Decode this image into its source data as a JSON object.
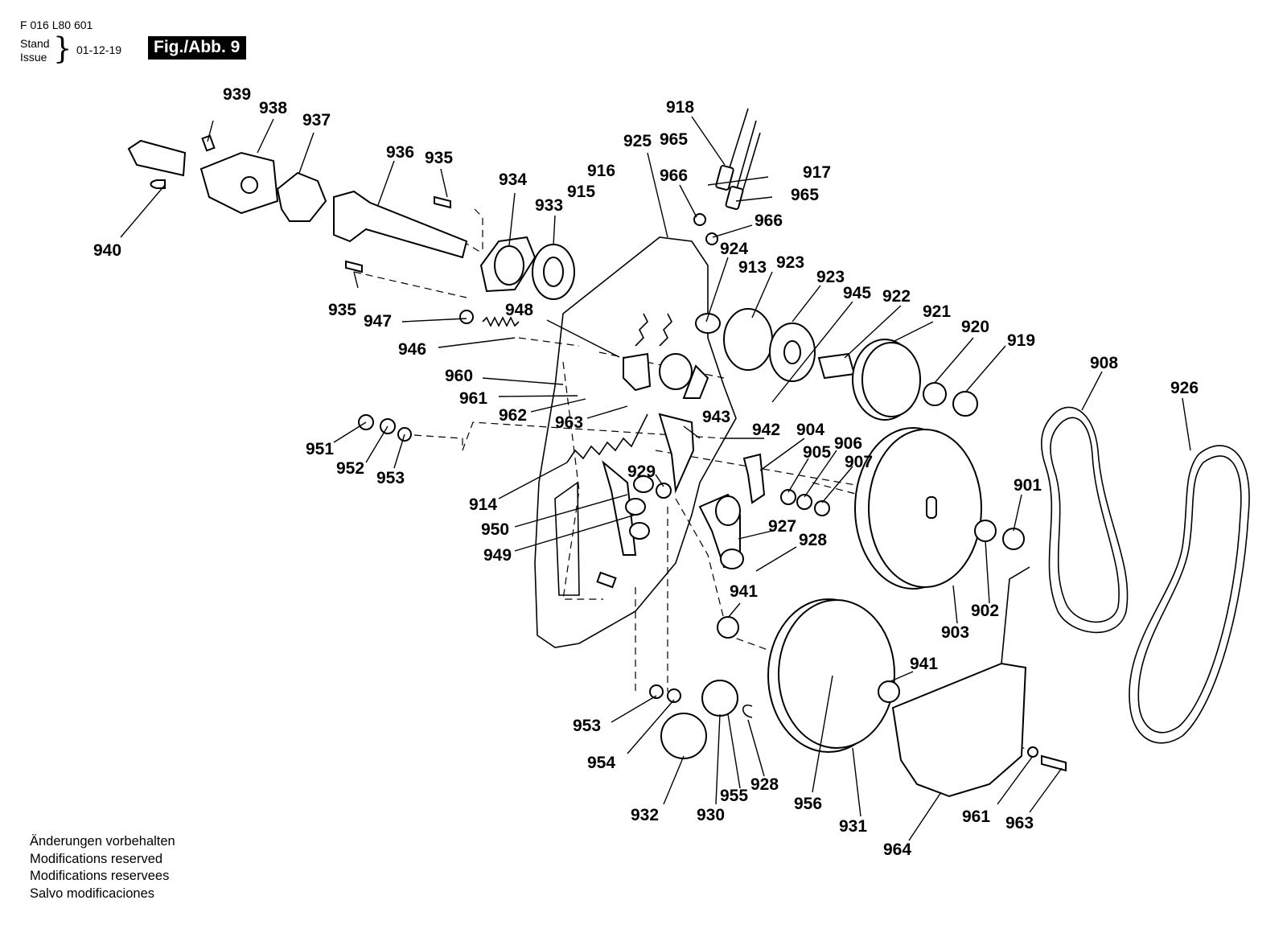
{
  "header": {
    "doc_number": "F 016 L80 601",
    "stand_label": "Stand",
    "issue_label": "Issue",
    "date": "01-12-19",
    "figure": "Fig./Abb. 9"
  },
  "modifications": [
    "Änderungen vorbehalten",
    "Modifications reserved",
    "Modifications reservees",
    "Salvo modificaciones"
  ],
  "part_labels": [
    "939",
    "938",
    "937",
    "936",
    "935",
    "940",
    "934",
    "933",
    "918",
    "925",
    "965",
    "916",
    "915",
    "966",
    "917",
    "965",
    "966",
    "924",
    "913",
    "923",
    "923",
    "945",
    "922",
    "921",
    "920",
    "919",
    "908",
    "926",
    "935",
    "947",
    "948",
    "946",
    "960",
    "961",
    "962",
    "963",
    "943",
    "942",
    "904",
    "905",
    "906",
    "907",
    "951",
    "952",
    "953",
    "929",
    "914",
    "950",
    "949",
    "927",
    "928",
    "901",
    "903",
    "902",
    "941",
    "941",
    "953",
    "954",
    "932",
    "930",
    "955",
    "928",
    "956",
    "931",
    "964",
    "961",
    "963"
  ]
}
